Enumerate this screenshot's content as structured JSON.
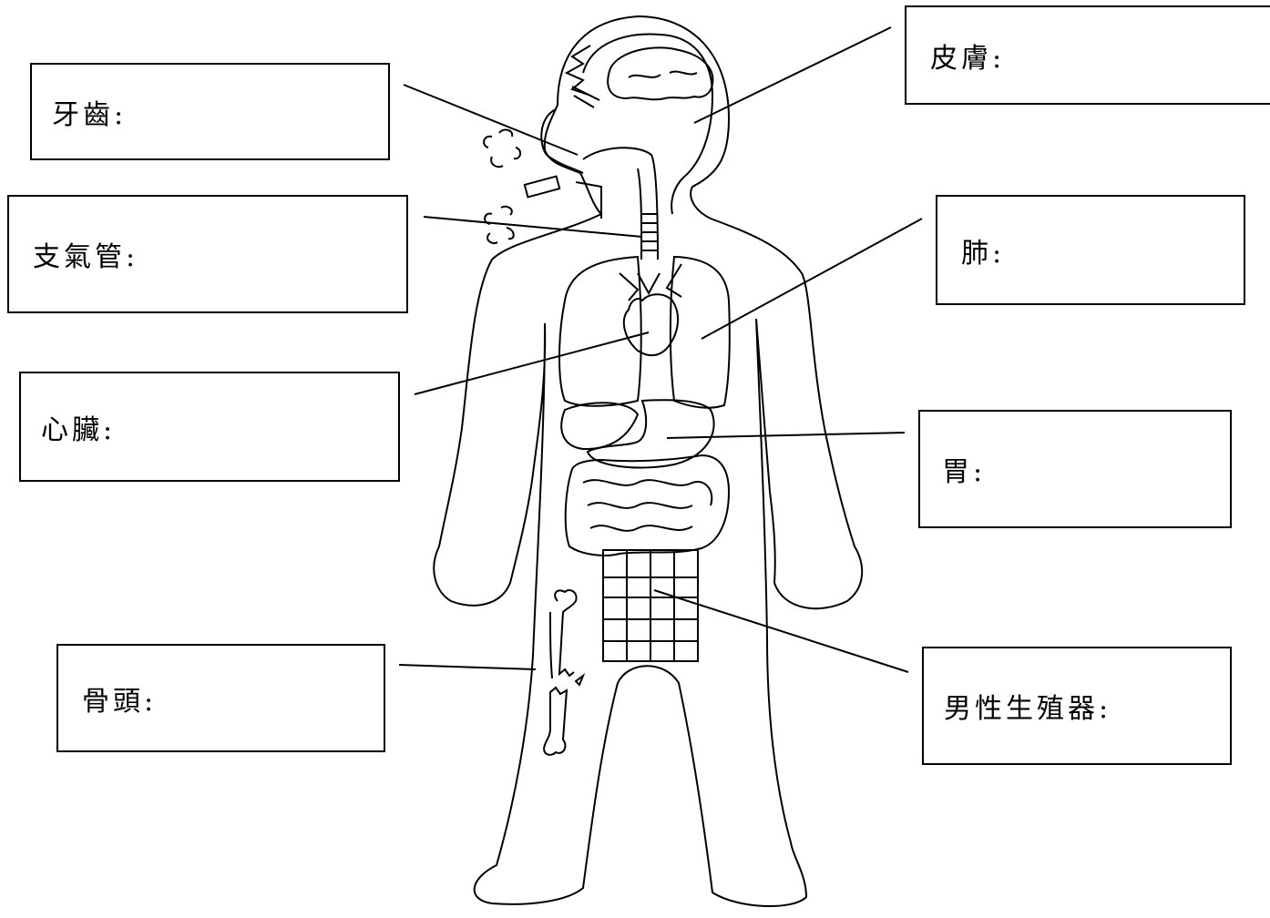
{
  "worksheet": {
    "labels": {
      "teeth": "牙齒:",
      "trachea": "支氣管:",
      "heart": "心臟:",
      "bone": "骨頭:",
      "skin": "皮膚:",
      "lung": "肺:",
      "stomach": "胃:",
      "genital": "男性生殖器:"
    }
  },
  "colors": {
    "line": "#000000",
    "background": "#ffffff"
  }
}
